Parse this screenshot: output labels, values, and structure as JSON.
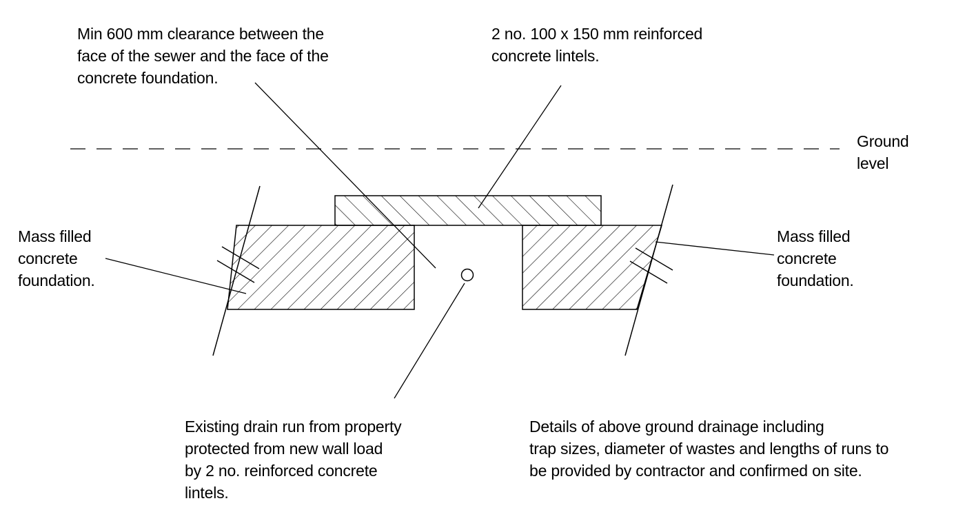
{
  "labels": {
    "clearance": "Min 600 mm clearance between the\nface of the sewer and the face of the\nconcrete foundation.",
    "lintels": "2 no. 100 x 150 mm reinforced\nconcrete lintels.",
    "ground_level": "Ground\nlevel",
    "mass_left": "Mass filled\nconcrete\nfoundation.",
    "mass_right": "Mass filled\nconcrete\nfoundation.",
    "drain": "Existing drain run from property\nprotected from new wall load\nby 2 no. reinforced concrete\nlintels.",
    "details": "Details of above ground drainage including\ntrap sizes, diameter of wastes and lengths of runs to\nbe provided by contractor and confirmed on site."
  },
  "colors": {
    "line": "#000000",
    "background": "#ffffff"
  }
}
